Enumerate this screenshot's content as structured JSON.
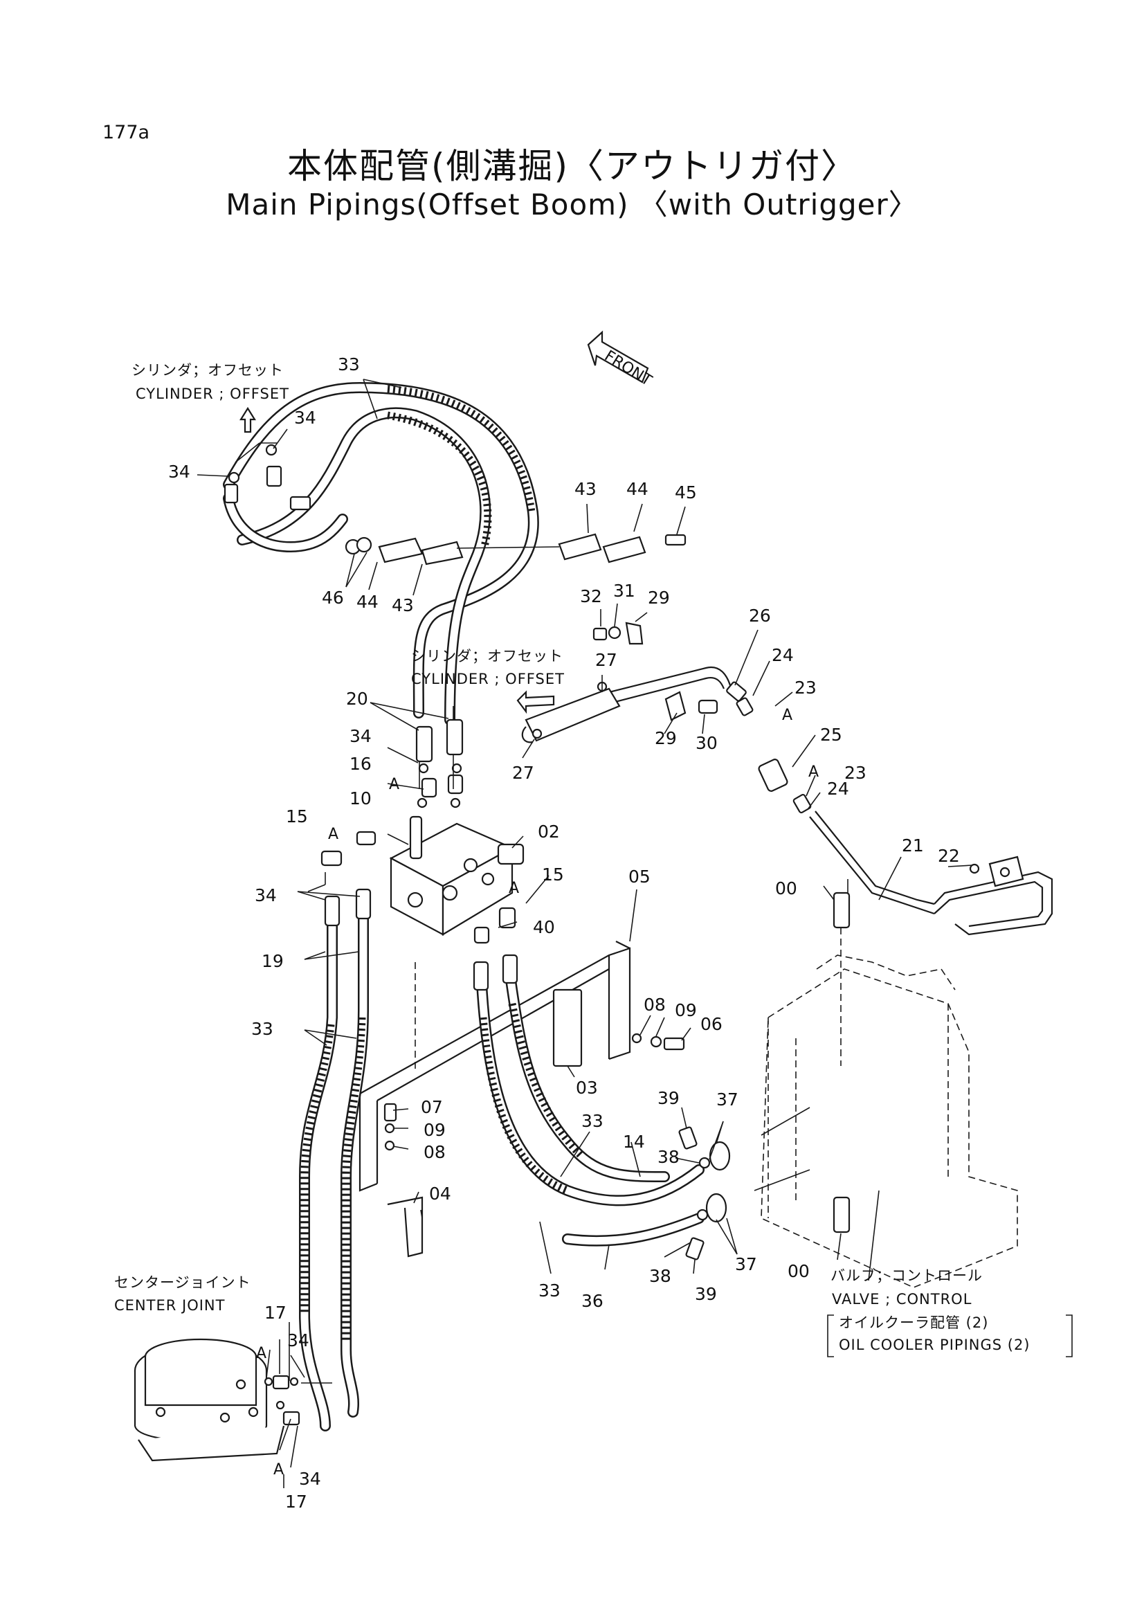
{
  "page_number": "177a",
  "title_jp": "本体配管(側溝掘)〈アウトリガ付〉",
  "title_en": "Main Pipings(Offset Boom) 〈with Outrigger〉",
  "front_label": "FRONT",
  "notes": {
    "cylinder_offset_top_jp": "シリンダ；オフセット",
    "cylinder_offset_top_en": "CYLINDER ; OFFSET",
    "cylinder_offset_mid_jp": "シリンダ；オフセット",
    "cylinder_offset_mid_en": "CYLINDER ; OFFSET",
    "center_joint_jp": "センタージョイント",
    "center_joint_en": "CENTER  JOINT",
    "valve_control_jp": "バルブ；コントロール",
    "valve_control_en": "VALVE ; CONTROL",
    "oil_cooler_jp": "オイルクーラ配管 (2)",
    "oil_cooler_en": "OIL COOLER  PIPINGS (2)"
  },
  "callouts": {
    "c33_top": "33",
    "c34_a": "34",
    "c34_b": "34",
    "c43_a": "43",
    "c44_a": "44",
    "c45": "45",
    "c46": "46",
    "c44_b": "44",
    "c43_b": "43",
    "c32": "32",
    "c31": "31",
    "c29_a": "29",
    "c26": "26",
    "c27_a": "27",
    "c24_a": "24",
    "c23_a": "23",
    "cA_1": "A",
    "c25": "25",
    "cA_2": "A",
    "c23_b": "23",
    "c24_b": "24",
    "c29_b": "29",
    "c30": "30",
    "c27_b": "27",
    "c20": "20",
    "c34_c": "34",
    "c16": "16",
    "cA_3": "A",
    "c10": "10",
    "c15_a": "15",
    "cA_4": "A",
    "c02": "02",
    "c15_b": "15",
    "cA_5": "A",
    "c34_d": "34",
    "c19": "19",
    "c40": "40",
    "c05": "05",
    "c21": "21",
    "c22": "22",
    "c00_a": "00",
    "c08_a": "08",
    "c09_a": "09",
    "c06": "06",
    "c03": "03",
    "c33_left": "33",
    "c07": "07",
    "c09_b": "09",
    "c08_b": "08",
    "c04": "04",
    "c39_a": "39",
    "c37_a": "37",
    "c33_mid": "33",
    "c14": "14",
    "c38_a": "38",
    "c33_bot": "33",
    "c36": "36",
    "c38_b": "38",
    "c37_b": "37",
    "c39_b": "39",
    "c00_b": "00",
    "c17_a": "17",
    "c34_e": "34",
    "cA_6": "A",
    "cA_7": "A",
    "c34_f": "34",
    "c17_b": "17"
  }
}
